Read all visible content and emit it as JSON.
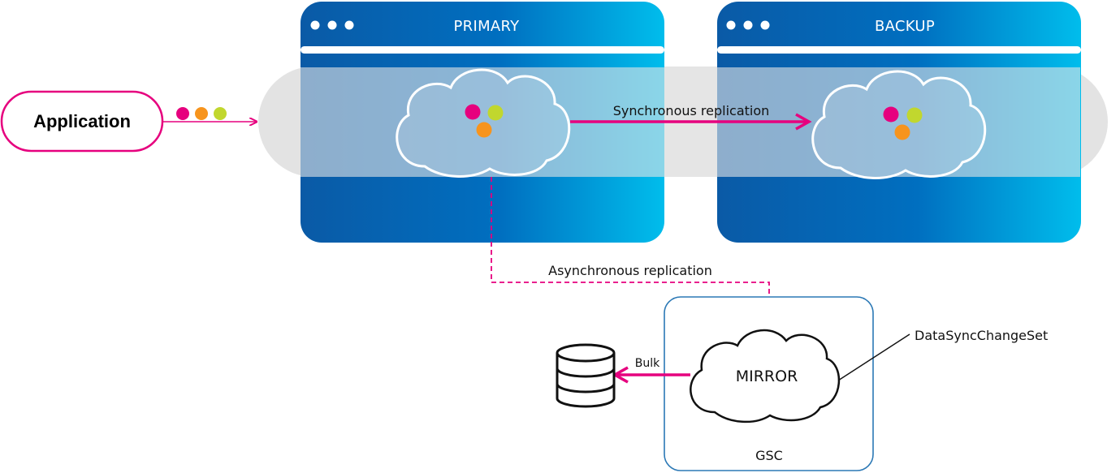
{
  "application": {
    "label": "Application"
  },
  "primary": {
    "title": "PRIMARY"
  },
  "backup": {
    "title": "BACKUP"
  },
  "links": {
    "sync_label": "Synchronous replication",
    "async_label": "Asynchronous replication",
    "bulk_label": "Bulk"
  },
  "mirror": {
    "label": "MIRROR"
  },
  "gsc": {
    "label": "GSC"
  },
  "callout": {
    "label": "DataSyncChangeSet"
  },
  "colors": {
    "accent": "#e6007e",
    "window_blue": "#0a5fa8",
    "window_cyan": "#00b4e6",
    "dot_magenta": "#e6007e",
    "dot_orange": "#f7941d",
    "dot_lime": "#c1d72e",
    "band_gray": "#e3e3e3",
    "gsc_border": "#2b78b5"
  },
  "icons": {
    "window_controls": "three-dots-icon",
    "database": "database-icon",
    "cloud": "cloud-icon"
  }
}
